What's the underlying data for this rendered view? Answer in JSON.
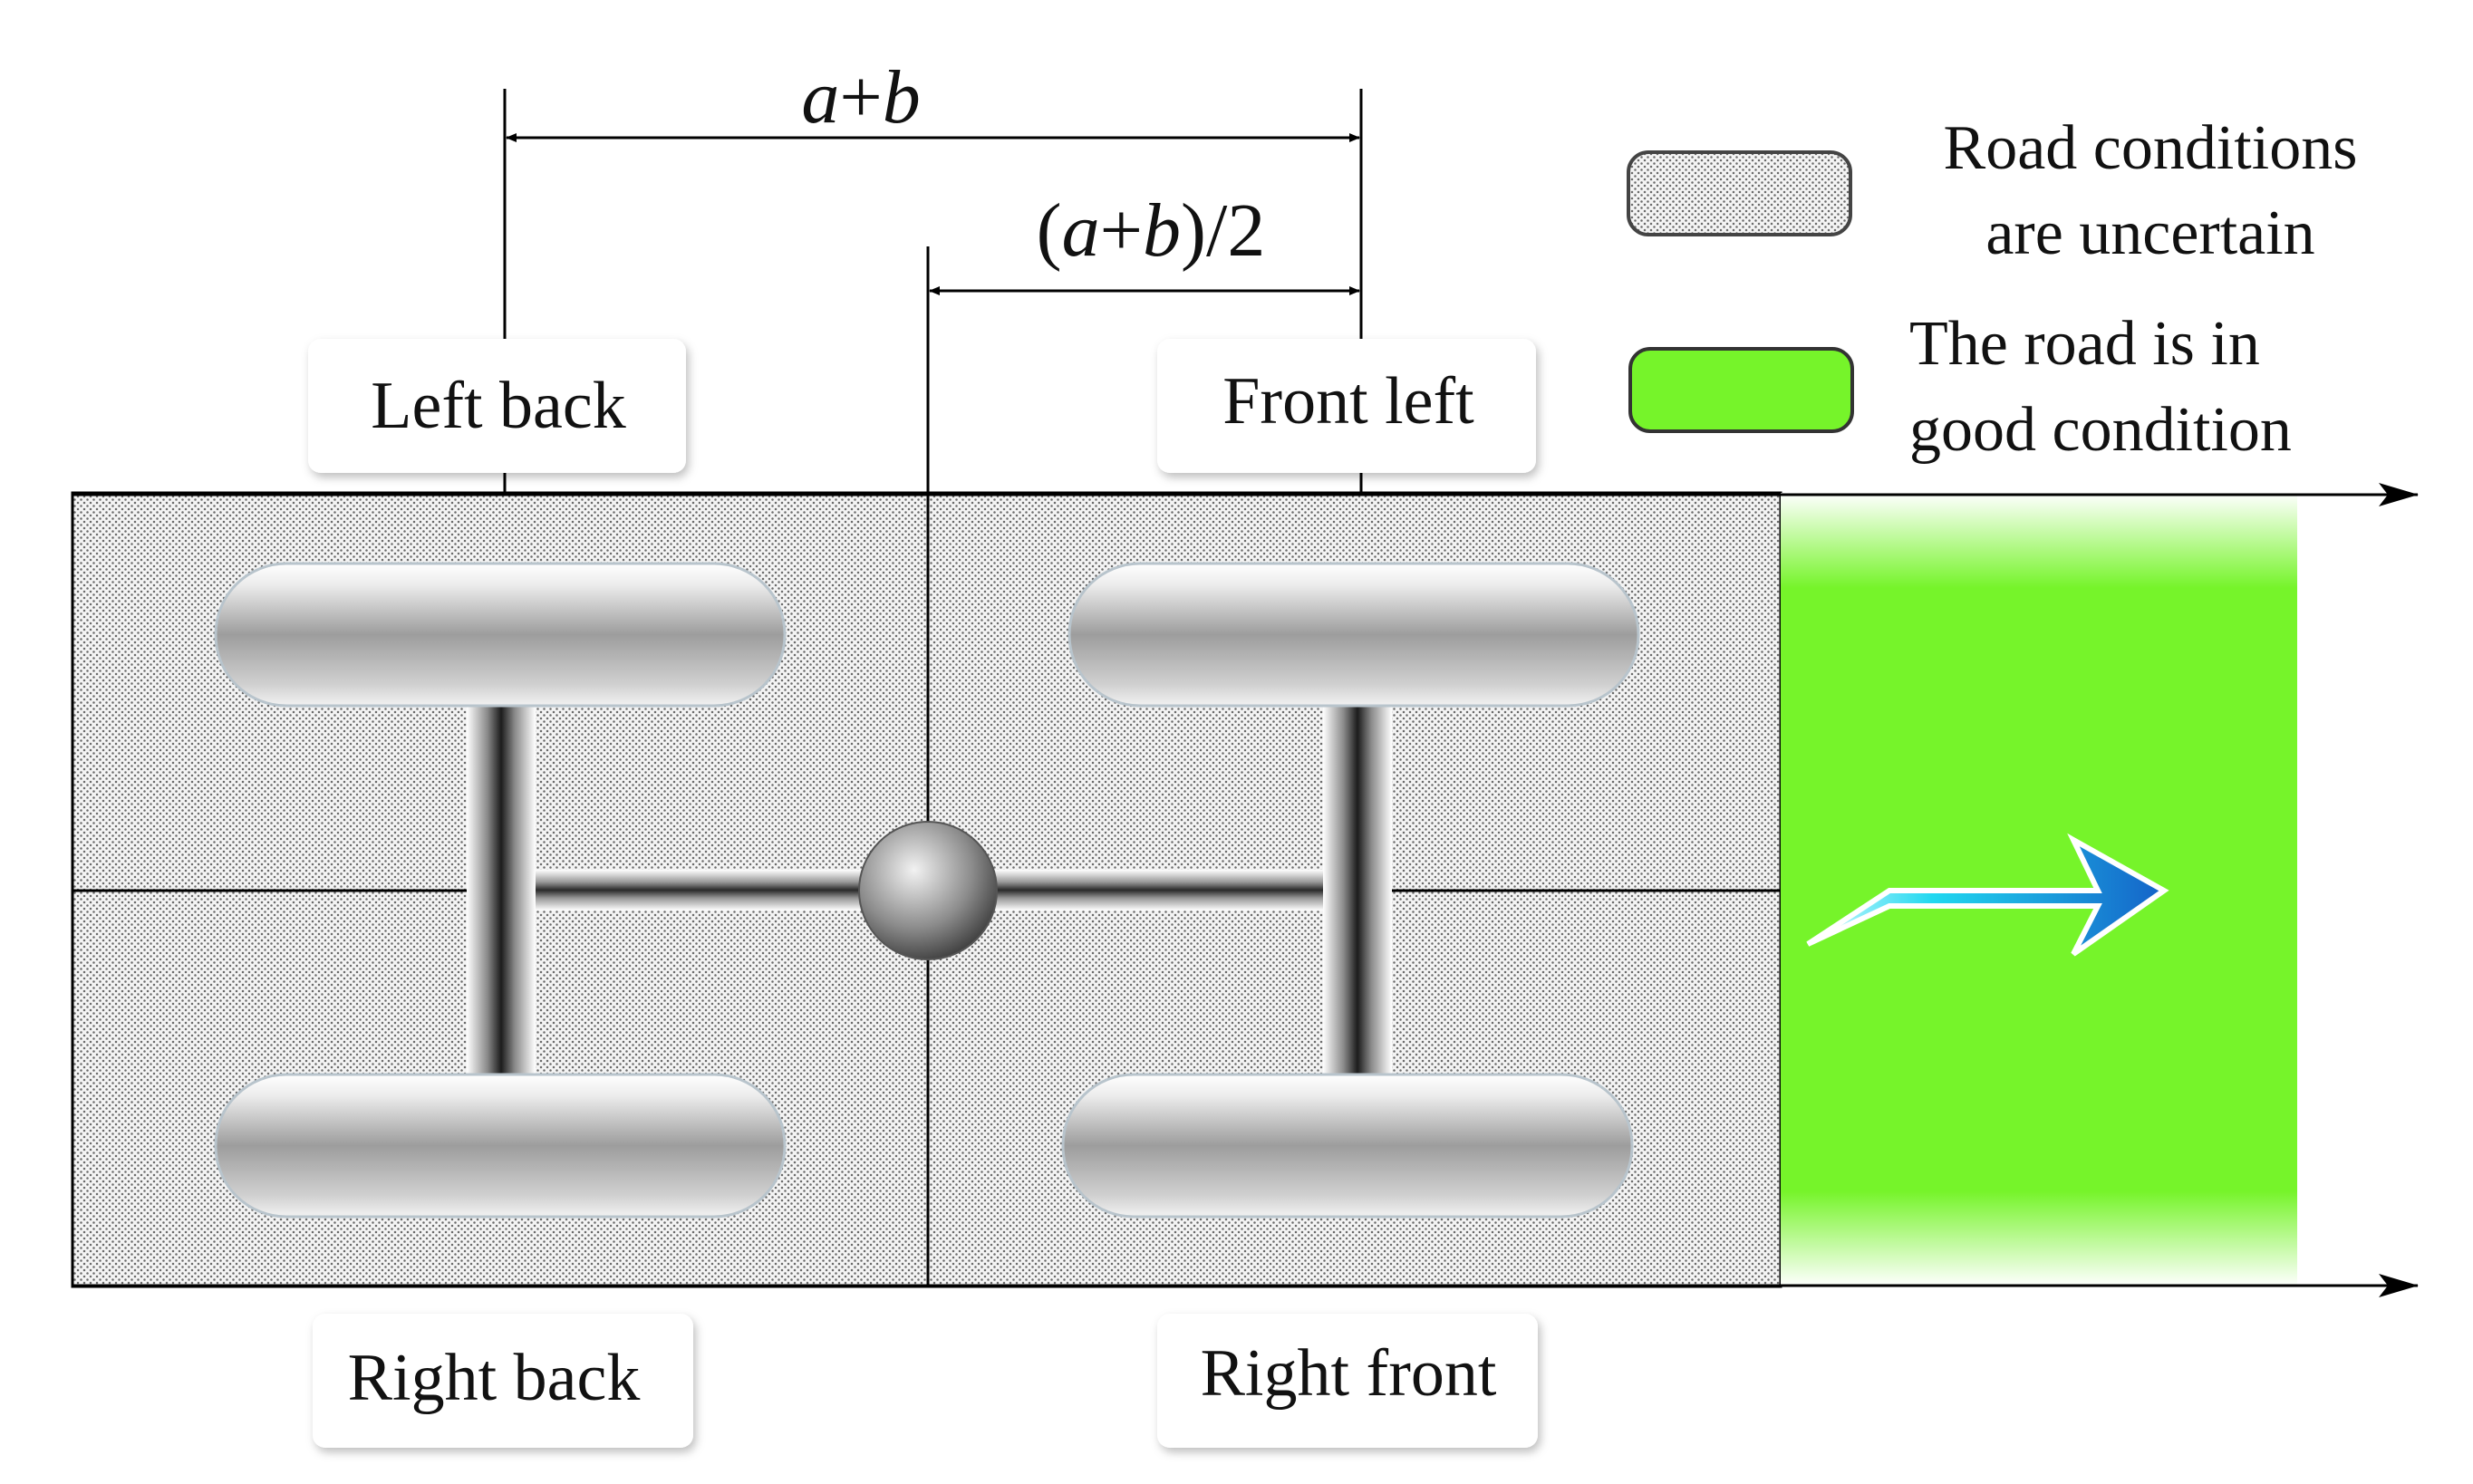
{
  "dimensions": {
    "overall": {
      "a": "a",
      "plus": "+",
      "b": "b"
    },
    "half": {
      "open": "(",
      "a": "a",
      "plus": "+",
      "b": "b",
      "close": ")/2"
    }
  },
  "legend": {
    "uncertain": {
      "line1": "Road conditions",
      "line2": "are uncertain"
    },
    "good": {
      "line1": "The road is in",
      "line2": "good condition"
    }
  },
  "wheels": {
    "left_back": "Left back",
    "front_left": "Front left",
    "right_back": "Right back",
    "right_front": "Right front"
  },
  "colors": {
    "good_road": "#76f42a",
    "uncertain_road": "#e9e9e9",
    "direction_arrow": "#1aa6e0"
  },
  "icons": {
    "direction": "direction-arrow-icon"
  }
}
